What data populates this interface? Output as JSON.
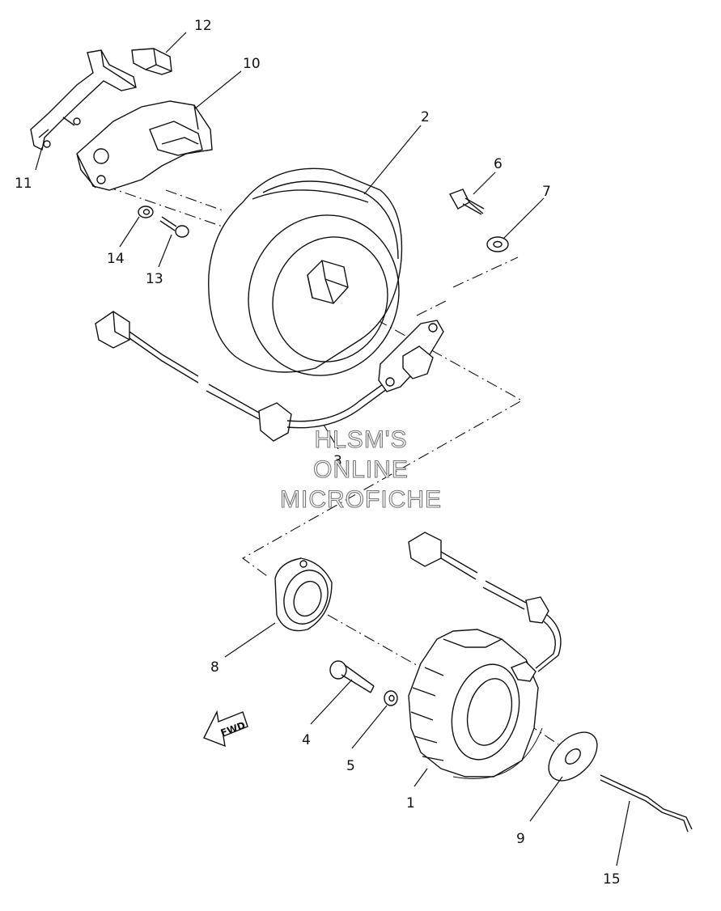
{
  "watermark": {
    "line1": "HLSM'S",
    "line2": "ONLINE",
    "line3": "MICROFICHE"
  },
  "direction_arrow": {
    "label": "FWD"
  },
  "callouts": [
    {
      "id": "12",
      "label": "12"
    },
    {
      "id": "10",
      "label": "10"
    },
    {
      "id": "2",
      "label": "2"
    },
    {
      "id": "11",
      "label": "11"
    },
    {
      "id": "6",
      "label": "6"
    },
    {
      "id": "7",
      "label": "7"
    },
    {
      "id": "14",
      "label": "14"
    },
    {
      "id": "13",
      "label": "13"
    },
    {
      "id": "3",
      "label": "3"
    },
    {
      "id": "8",
      "label": "8"
    },
    {
      "id": "4",
      "label": "4"
    },
    {
      "id": "5",
      "label": "5"
    },
    {
      "id": "1",
      "label": "1"
    },
    {
      "id": "9",
      "label": "9"
    },
    {
      "id": "15",
      "label": "15"
    }
  ],
  "colors": {
    "ink": "#111111",
    "background": "#ffffff",
    "watermark_outline": "#777777"
  }
}
